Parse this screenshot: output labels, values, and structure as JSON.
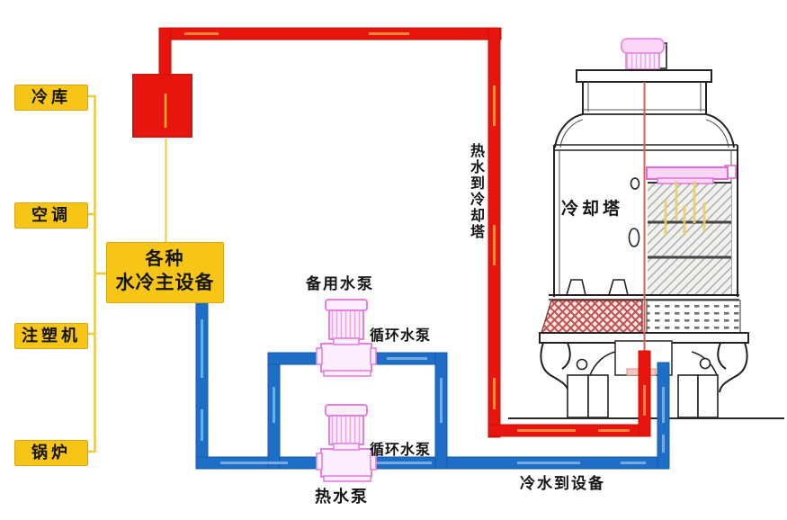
{
  "source_labels": [
    {
      "label": "冷库"
    },
    {
      "label": "空调"
    },
    {
      "label": "注塑机"
    },
    {
      "label": "锅炉"
    }
  ],
  "main_equipment": {
    "line1": "各种",
    "line2": "水冷主设备"
  },
  "pumps": {
    "backup_label": "备用水泵",
    "backup_type": "循环水泵",
    "hot_label": "热水泵",
    "hot_type": "循环水泵"
  },
  "cooling_tower": {
    "label": "冷却塔"
  },
  "pipes": {
    "hot_label": "热水到冷却塔",
    "cold_label": "冷水到设备"
  },
  "icons": {
    "pump": "pump-icon",
    "heat_exchanger": "heat-exchanger-block",
    "cooling_tower": "cooling-tower-drawing",
    "tower_motor": "motor-icon"
  },
  "colors": {
    "hot_water_red": "#e8150e",
    "cold_water_blue": "#1e6ec8",
    "label_yellow": "#f7c515",
    "pump_pink": "#e583dc",
    "connector_yellow": "#ecc93e"
  }
}
